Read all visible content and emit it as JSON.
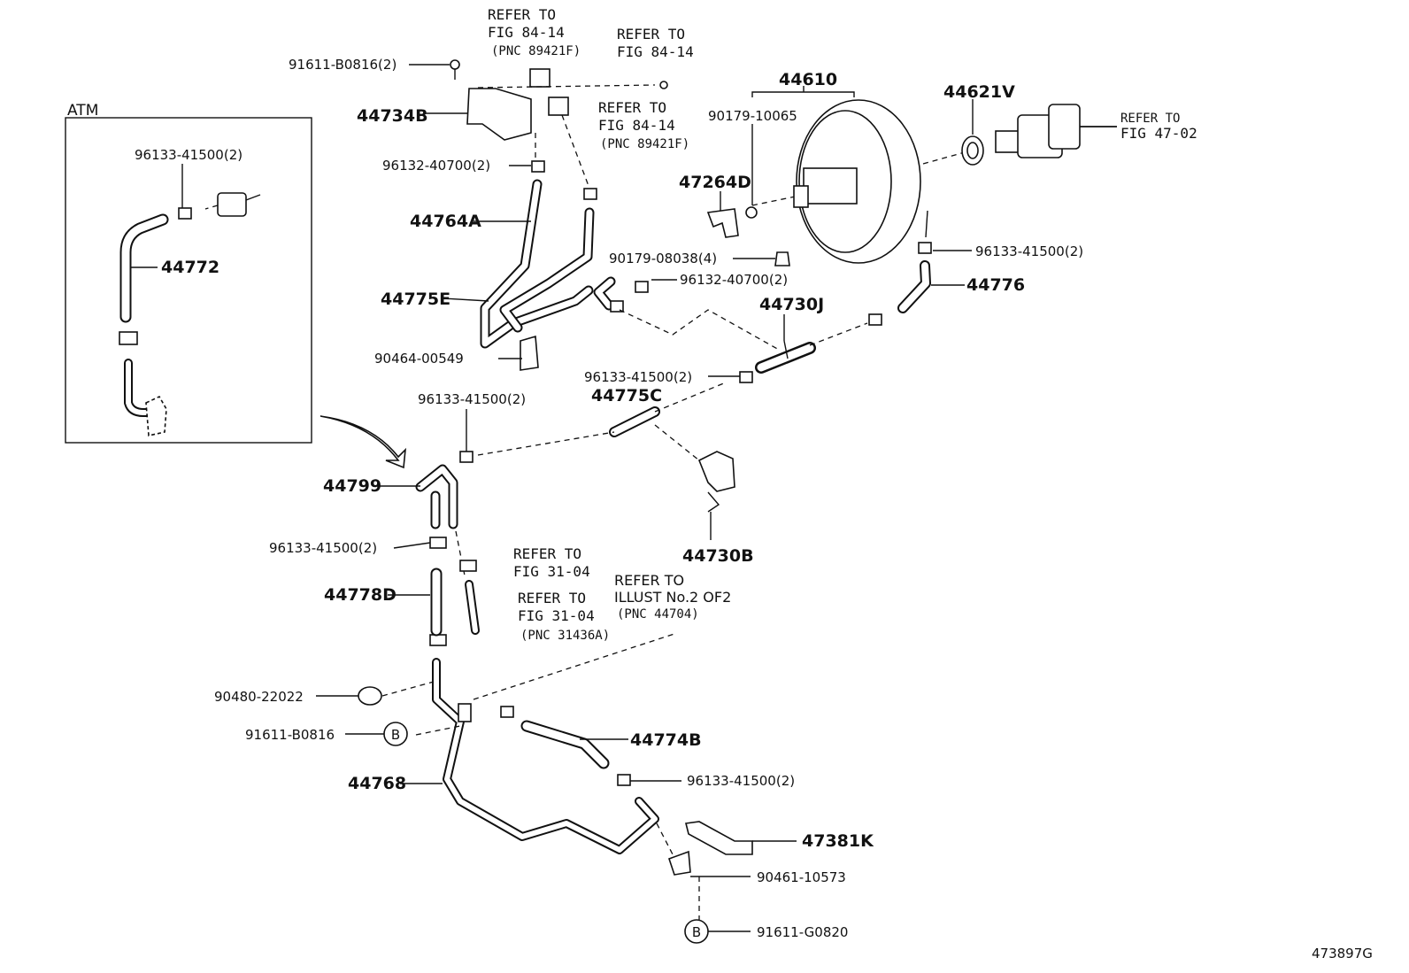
{
  "diagram_id": "473897G",
  "atm_box_label": "ATM",
  "labels": {
    "p91611_B0816_2": "91611-B0816(2)",
    "ref_84_14_a": [
      "REFER TO",
      "FIG 84-14",
      "(PNC 89421F)"
    ],
    "ref_84_14_b": [
      "REFER TO",
      "FIG 84-14"
    ],
    "ref_84_14_c": [
      "REFER TO",
      "FIG 84-14",
      "(PNC 89421F)"
    ],
    "p44734B": "44734B",
    "p96132_40700_2_top": "96132-40700(2)",
    "p44764A": "44764A",
    "p44775E": "44775E",
    "p90464_00549": "90464-00549",
    "p44610": "44610",
    "p90179_10065": "90179-10065",
    "p44621V": "44621V",
    "ref_47_02": [
      "REFER TO",
      "FIG 47-02"
    ],
    "p47264D": "47264D",
    "p90179_08038_4": "90179-08038(4)",
    "p96132_40700_2_mid": "96132-40700(2)",
    "p96133_41500_2_right": "96133-41500(2)",
    "p44776": "44776",
    "p44730J": "44730J",
    "p96133_41500_2_center": "96133-41500(2)",
    "p44775C": "44775C",
    "p96133_41500_2_atm": "96133-41500(2)",
    "p44772": "44772",
    "p96133_41500_2_left": "96133-41500(2)",
    "p44799": "44799",
    "p44730B": "44730B",
    "p96133_41500_2_low": "96133-41500(2)",
    "ref_31_04_a": [
      "REFER TO",
      "FIG 31-04"
    ],
    "p44778D": "44778D",
    "ref_31_04_b": [
      "REFER TO",
      "FIG 31-04",
      "(PNC 31436A)"
    ],
    "ref_illust": [
      "REFER TO",
      "ILLUST No.2 OF2",
      "(PNC 44704)"
    ],
    "p90480_22022": "90480-22022",
    "p91611_B0816": "91611-B0816",
    "p44774B": "44774B",
    "p44768": "44768",
    "p96133_41500_2_bottom": "96133-41500(2)",
    "p47381K": "47381K",
    "p90461_10573": "90461-10573",
    "p91611_G0820": "91611-G0820",
    "callout_b": "B"
  }
}
